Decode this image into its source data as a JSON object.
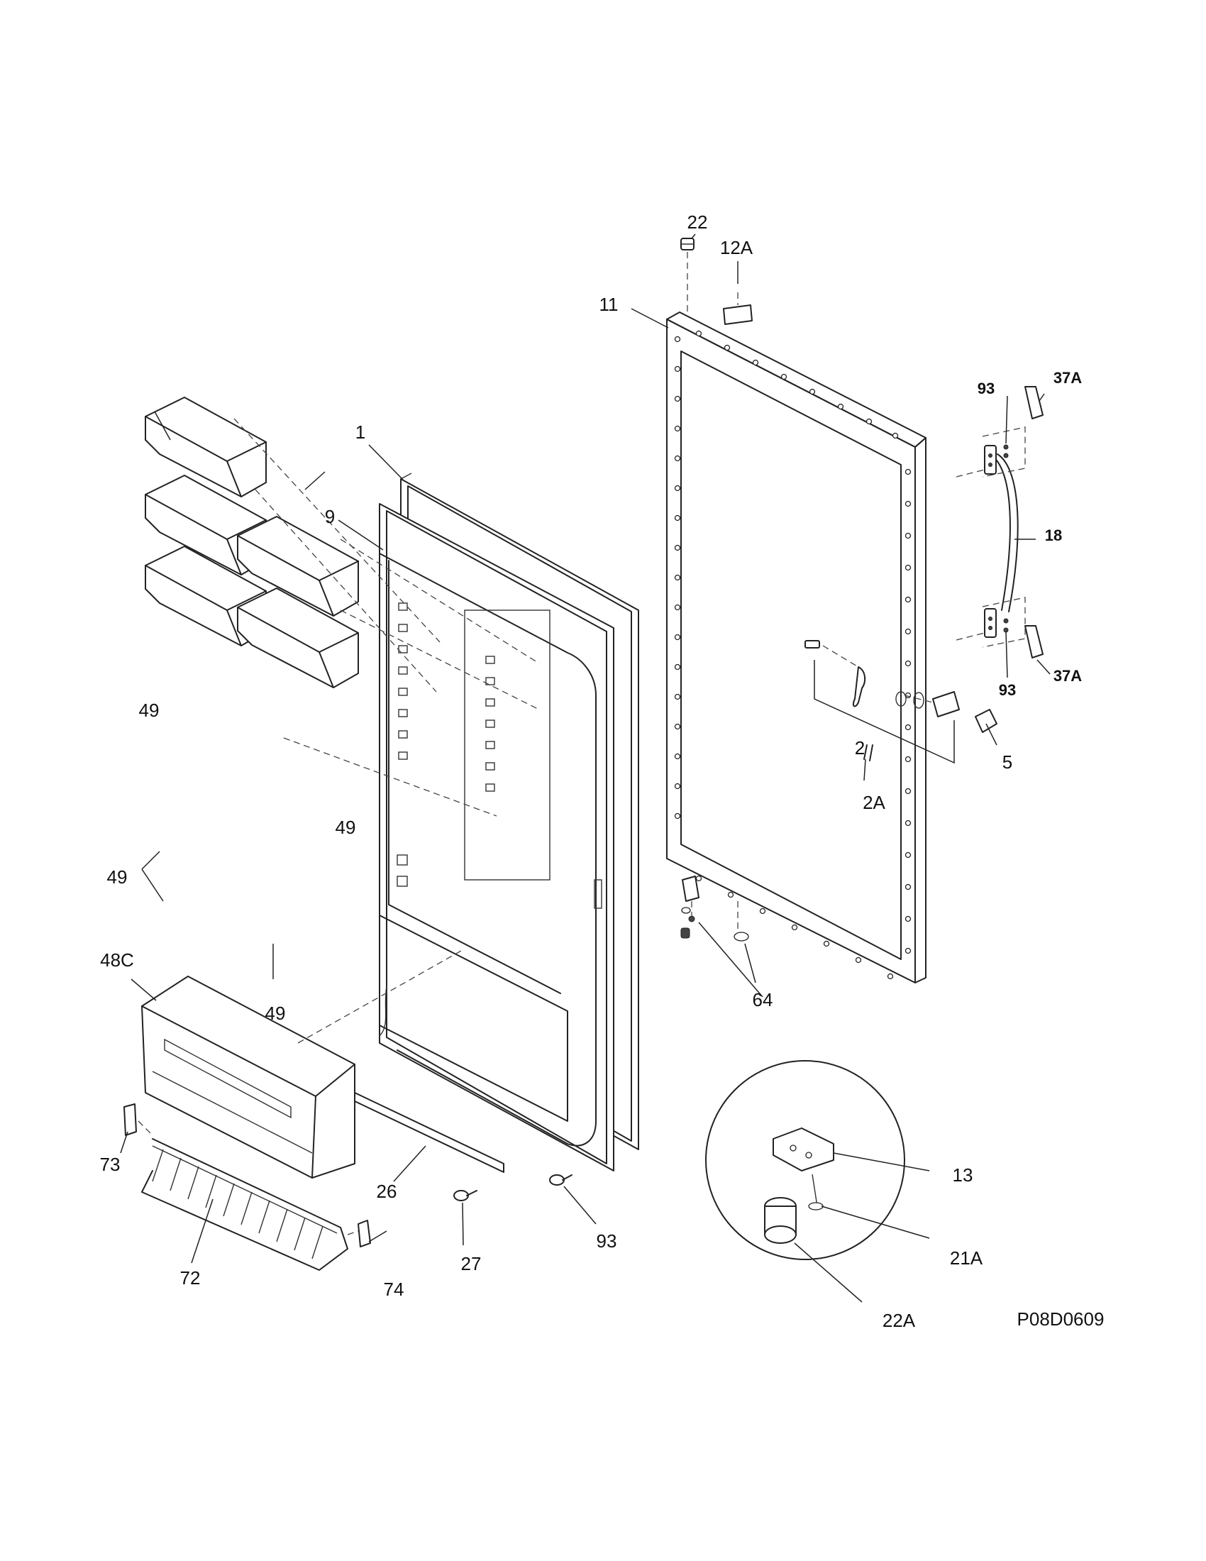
{
  "diagram_id": "P08D0609",
  "callouts": {
    "c1": "1",
    "c2": "2",
    "c2A": "2A",
    "c5": "5",
    "c9": "9",
    "c11": "11",
    "c12A": "12A",
    "c13": "13",
    "c18": "18",
    "c21A": "21A",
    "c22": "22",
    "c22A": "22A",
    "c26": "26",
    "c27": "27",
    "c37A_top": "37A",
    "c37A_bottom": "37A",
    "c48C": "48C",
    "c49_a": "49",
    "c49_b": "49",
    "c49_c": "49",
    "c49_d": "49",
    "c64": "64",
    "c72": "72",
    "c73": "73",
    "c74": "74",
    "c93_top": "93",
    "c93_mid": "93",
    "c93_bottom": "93"
  }
}
